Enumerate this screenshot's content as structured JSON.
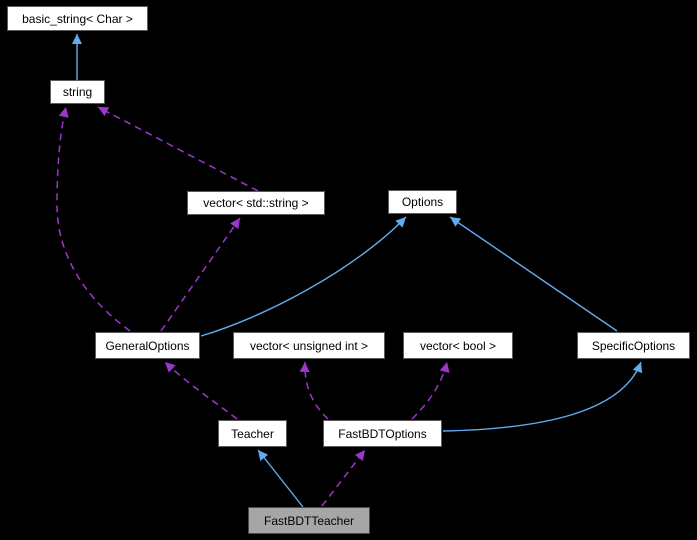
{
  "diagram": {
    "kind": "class-collaboration-graph",
    "background_color": "#000000",
    "colors": {
      "inheritance_edge": "#61acee",
      "usage_edge": "#9b37cd",
      "node_fill": "#ffffff",
      "node_border": "#5b5b5b",
      "highlighted_node_fill": "#a6a6a6",
      "node_text": "#000000"
    },
    "nodes": [
      {
        "id": "basic_string",
        "label": "basic_string< Char >",
        "highlighted": false
      },
      {
        "id": "string",
        "label": "string",
        "highlighted": false
      },
      {
        "id": "vector_std_string",
        "label": "vector< std::string >",
        "highlighted": false
      },
      {
        "id": "options",
        "label": "Options",
        "highlighted": false
      },
      {
        "id": "general_options",
        "label": "GeneralOptions",
        "highlighted": false
      },
      {
        "id": "vector_unsigned_int",
        "label": "vector< unsigned int >",
        "highlighted": false
      },
      {
        "id": "vector_bool",
        "label": "vector< bool >",
        "highlighted": false
      },
      {
        "id": "specific_options",
        "label": "SpecificOptions",
        "highlighted": false
      },
      {
        "id": "teacher",
        "label": "Teacher",
        "highlighted": false
      },
      {
        "id": "fastbdt_options",
        "label": "FastBDTOptions",
        "highlighted": false
      },
      {
        "id": "fastbdt_teacher",
        "label": "FastBDTTeacher",
        "highlighted": true
      }
    ],
    "edges": [
      {
        "from": "string",
        "to": "basic_string< Char >",
        "relation": "inheritance",
        "line": "solid-blue"
      },
      {
        "from": "GeneralOptions",
        "to": "string",
        "relation": "usage",
        "line": "dashed-purple"
      },
      {
        "from": "vector< std::string >",
        "to": "string",
        "relation": "usage",
        "line": "dashed-purple"
      },
      {
        "from": "GeneralOptions",
        "to": "vector< std::string >",
        "relation": "usage",
        "line": "dashed-purple"
      },
      {
        "from": "GeneralOptions",
        "to": "Options",
        "relation": "inheritance",
        "line": "solid-blue"
      },
      {
        "from": "SpecificOptions",
        "to": "Options",
        "relation": "inheritance",
        "line": "solid-blue"
      },
      {
        "from": "Teacher",
        "to": "GeneralOptions",
        "relation": "usage",
        "line": "dashed-purple"
      },
      {
        "from": "FastBDTOptions",
        "to": "vector< unsigned int >",
        "relation": "usage",
        "line": "dashed-purple"
      },
      {
        "from": "FastBDTOptions",
        "to": "vector< bool >",
        "relation": "usage",
        "line": "dashed-purple"
      },
      {
        "from": "FastBDTOptions",
        "to": "SpecificOptions",
        "relation": "inheritance",
        "line": "solid-blue"
      },
      {
        "from": "FastBDTTeacher",
        "to": "Teacher",
        "relation": "inheritance",
        "line": "solid-blue"
      },
      {
        "from": "FastBDTTeacher",
        "to": "FastBDTOptions",
        "relation": "usage",
        "line": "dashed-purple"
      }
    ]
  }
}
